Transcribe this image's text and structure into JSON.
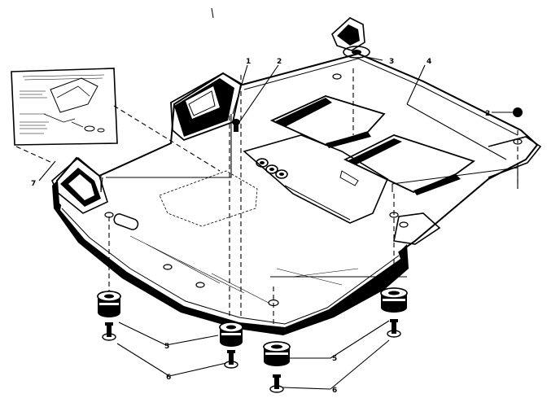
{
  "callouts": {
    "c1": "1",
    "c2a": "2",
    "c2b": "2",
    "c3": "3",
    "c4": "4",
    "c5a": "5",
    "c5b": "5",
    "c6a": "6",
    "c6b": "6",
    "c7": "7"
  }
}
